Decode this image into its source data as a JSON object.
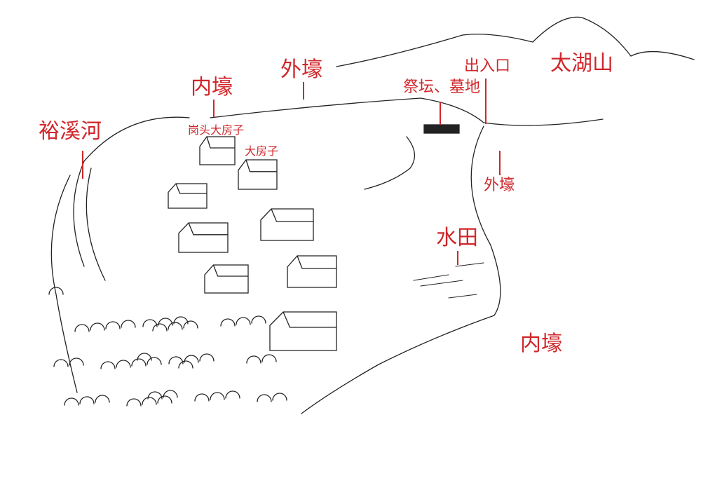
{
  "labels": {
    "river": "裕溪河",
    "inner_moat_top": "内壕",
    "outer_moat_top": "外壕",
    "gangtou_big_house": "岗头大房子",
    "big_house": "大房子",
    "altar_cemetery": "祭坛、墓地",
    "entrance": "出入口",
    "mountain": "太湖山",
    "outer_moat_right": "外壕",
    "paddy_field": "水田",
    "inner_moat_bottom": "内壕"
  },
  "colors": {
    "label": "#d0262a",
    "ink": "#222222"
  }
}
